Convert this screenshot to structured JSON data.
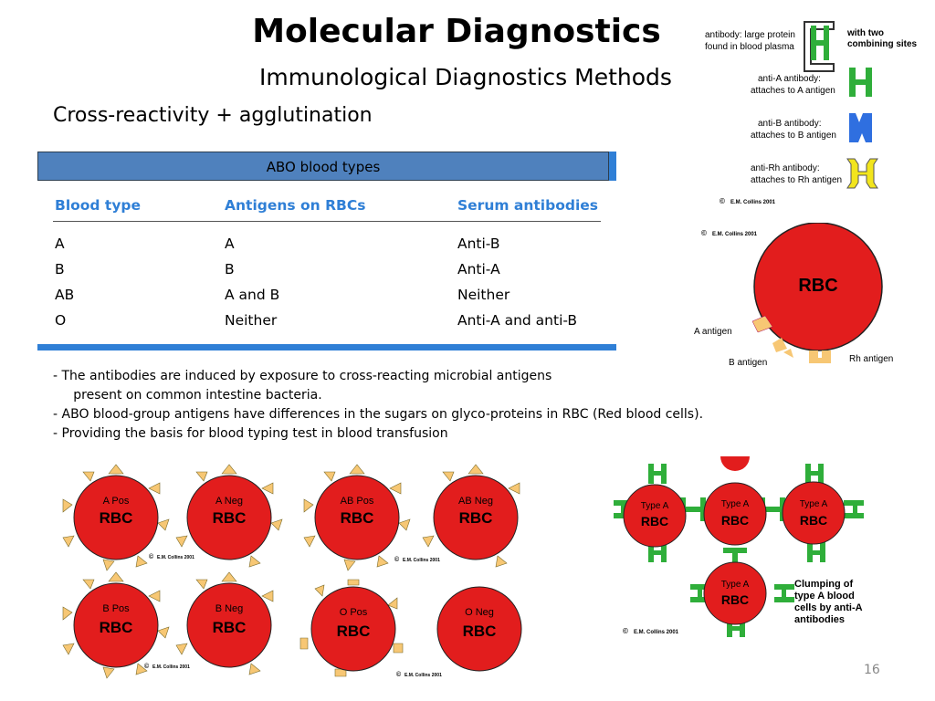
{
  "slide": {
    "title": "Molecular Diagnostics",
    "subtitle": "Immunological Diagnostics Methods",
    "section_heading": "Cross-reactivity + agglutination",
    "page_number": "16"
  },
  "abo_table": {
    "caption": "ABO blood types",
    "headers": [
      "Blood type",
      "Antigens on RBCs",
      "Serum antibodies"
    ],
    "rows": [
      [
        "A",
        "A",
        "Anti-B"
      ],
      [
        "B",
        "B",
        "Anti-A"
      ],
      [
        "AB",
        "A and B",
        "Neither"
      ],
      [
        "O",
        "Neither",
        "Anti-A and anti-B"
      ]
    ]
  },
  "notes": [
    "-   The antibodies are induced by exposure to cross-reacting microbial antigens",
    "     present on common intestine bacteria.",
    "- ABO blood-group antigens have differences in the sugars on glyco-proteins in RBC (Red blood cells).",
    "-  Providing the basis for blood typing test in blood transfusion"
  ],
  "antibody_legend": {
    "main_label_1": "antibody: large protein",
    "main_label_2": "found in blood plasma",
    "sites_label_1": "with two",
    "sites_label_2": "combining sites",
    "anti_a_1": "anti-A antibody:",
    "anti_a_2": "attaches to A antigen",
    "anti_b_1": "anti-B antibody:",
    "anti_b_2": "attaches to B antigen",
    "anti_rh_1": "anti-Rh antibody:",
    "anti_rh_2": "attaches to Rh antigen",
    "copyright": "E.M. Collins 2001",
    "colors": {
      "anti_a": "#2fae3a",
      "anti_b": "#2f6fe0",
      "anti_rh": "#f2e51d"
    }
  },
  "rbc_diagram": {
    "copyright": "E.M. Collins 2001",
    "cell_label": "RBC",
    "a_antigen": "A antigen",
    "b_antigen": "B antigen",
    "rh_antigen": "Rh antigen",
    "cell_color": "#e21d1d",
    "antigen_color": "#f7c774"
  },
  "blood_cells": {
    "cell_label": "RBC",
    "copyright": "E.M. Collins 2001",
    "types": [
      "A Pos",
      "A Neg",
      "AB Pos",
      "AB Neg",
      "B Pos",
      "B Neg",
      "O Pos",
      "O Neg"
    ]
  },
  "clumping": {
    "type_label": "Type A",
    "cell_label": "RBC",
    "caption_1": "Clumping of",
    "caption_2": "type A blood",
    "caption_3": "cells by anti-A",
    "caption_4": "antibodies",
    "copyright": "E.M. Collins 2001"
  }
}
